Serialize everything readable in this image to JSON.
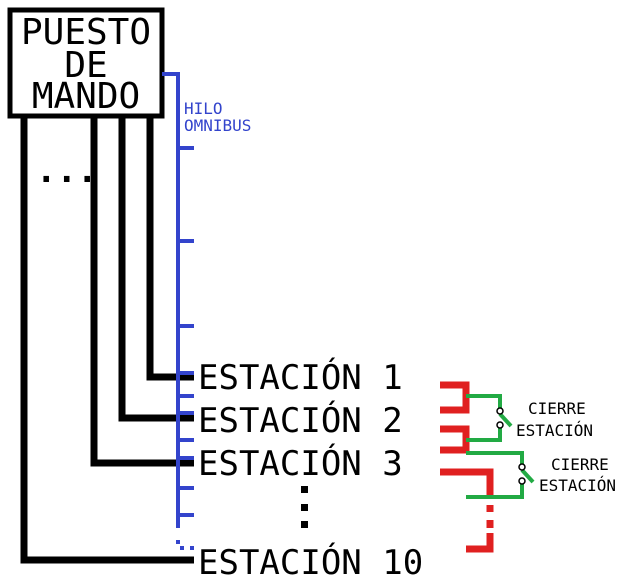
{
  "control_post": {
    "lines": [
      "PUESTO",
      "DE",
      "MANDO"
    ]
  },
  "bus_label": {
    "lines": [
      "HILO",
      "OMNIBUS"
    ]
  },
  "left_ellipsis": "...",
  "vertical_ellipsis": ":",
  "stations": [
    {
      "label": "ESTACIÓN 1"
    },
    {
      "label": "ESTACIÓN 2"
    },
    {
      "label": "ESTACIÓN 3"
    },
    {
      "label": "ESTACIÓN 10"
    }
  ],
  "closure_labels": [
    {
      "lines": [
        "CIERRE",
        "ESTACIÓN"
      ]
    },
    {
      "lines": [
        "CIERRE",
        "ESTACIÓN"
      ]
    }
  ],
  "colors": {
    "black": "#000000",
    "blue": "#3344cc",
    "red": "#e02020",
    "green": "#22aa44",
    "white": "#ffffff"
  }
}
